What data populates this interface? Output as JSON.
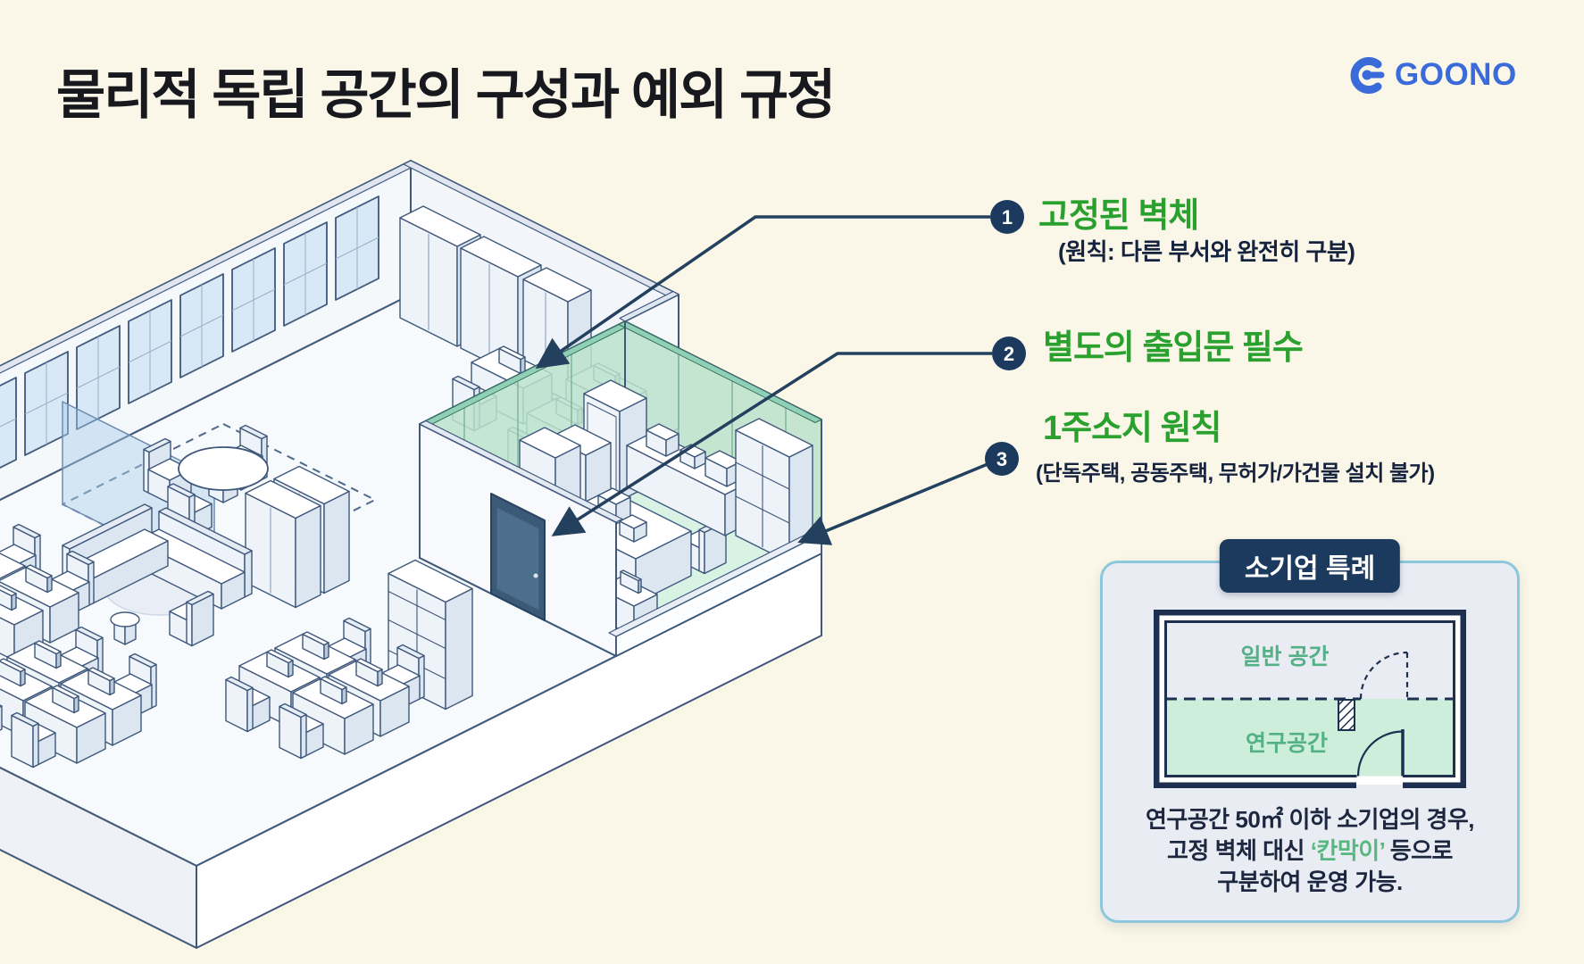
{
  "slide": {
    "title": "물리적 독립 공간의 구성과 예외 규정",
    "background_color": "#faf7e8"
  },
  "logo": {
    "text": "GOONO",
    "icon": "goono-g-node-mark",
    "color": "#3a6bd8"
  },
  "callouts": [
    {
      "number": "1",
      "title": "고정된 벽체",
      "subtitle": "(원칙: 다른 부서와 완전히 구분)"
    },
    {
      "number": "2",
      "title": "별도의 출입문 필수",
      "subtitle": ""
    },
    {
      "number": "3",
      "title": "1주소지 원칙",
      "subtitle": "(단독주택, 공동주택, 무허가/가건물 설치 불가)"
    }
  ],
  "small_biz": {
    "badge": "소기업 특례",
    "upper_zone_label": "일반 공간",
    "lower_zone_label": "연구공간",
    "caption_line1": "연구공간 50㎡ 이하 소기업의 경우,",
    "caption_line2_prefix": "고정 벽체 대신 ",
    "caption_line2_highlight": "‘칸막이’",
    "caption_line2_suffix": " 등으로",
    "caption_line3": "구분하여 운영 가능."
  },
  "colors": {
    "green_heading": "#2aa12e",
    "navy": "#1c3a5e",
    "arrow": "#24405f",
    "mint_floor": "#d8f3e3",
    "mint_zone": "#cdeeda",
    "box_border": "#8cc7dc",
    "label_green": "#54b086",
    "logo_blue": "#3a6bd8"
  }
}
